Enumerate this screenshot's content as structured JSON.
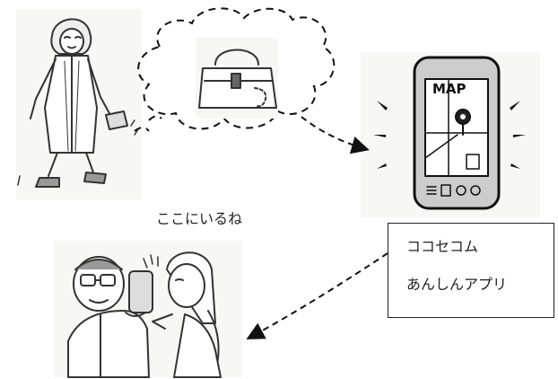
{
  "caption": "ここにいるね",
  "app_label": {
    "line1": "ココセコム",
    "line2": "あんしんアプリ"
  },
  "phone_screen": {
    "map_text": "MAP"
  }
}
